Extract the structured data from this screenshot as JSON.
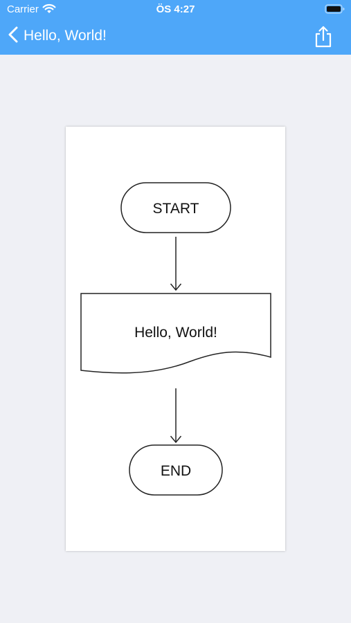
{
  "status_bar": {
    "carrier": "Carrier",
    "time": "ÖS 4:27",
    "wifi_icon": "wifi-icon",
    "battery_icon": "battery-icon"
  },
  "nav_bar": {
    "title": "Hello, World!",
    "back_icon": "chevron-left-icon",
    "share_icon": "share-icon",
    "background": "#4ea7f9"
  },
  "flowchart": {
    "nodes": [
      {
        "id": "start",
        "shape": "terminator",
        "label": "START"
      },
      {
        "id": "output",
        "shape": "document",
        "label": "Hello, World!"
      },
      {
        "id": "end",
        "shape": "terminator",
        "label": "END"
      }
    ],
    "edges": [
      {
        "from": "start",
        "to": "output"
      },
      {
        "from": "output",
        "to": "end"
      }
    ]
  },
  "colors": {
    "page_background": "#eff0f5",
    "card_background": "#ffffff",
    "stroke": "#222222"
  }
}
